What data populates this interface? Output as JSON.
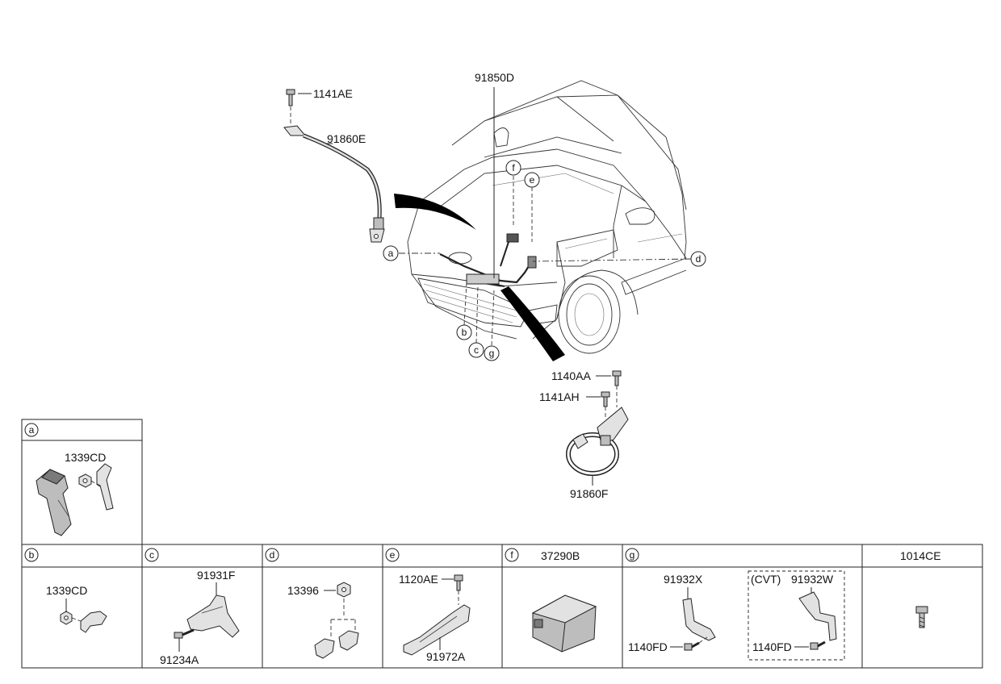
{
  "main_labels": {
    "harness_front": "91850D",
    "bolt_top": "1141AE",
    "battery_cable_pos": "91860E",
    "bolt_1140AA": "1140AA",
    "bolt_1141AH": "1141AH",
    "battery_cable_neg": "91860F"
  },
  "callouts": [
    "a",
    "b",
    "c",
    "d",
    "e",
    "f",
    "g"
  ],
  "box_a": {
    "letter": "a",
    "part": "1339CD"
  },
  "table": {
    "headers": [
      {
        "letter": "b",
        "text": ""
      },
      {
        "letter": "c",
        "text": ""
      },
      {
        "letter": "d",
        "text": ""
      },
      {
        "letter": "e",
        "text": ""
      },
      {
        "letter": "f",
        "text": "37290B"
      },
      {
        "letter": "g",
        "text": ""
      },
      {
        "letter": "",
        "text": "1014CE"
      }
    ],
    "cell_b": {
      "part": "1339CD"
    },
    "cell_c": {
      "bracket": "91931F",
      "bolt": "91234A"
    },
    "cell_d": {
      "nut": "13396"
    },
    "cell_e": {
      "bolt": "1120AE",
      "bracket": "91972A"
    },
    "cell_g": {
      "bracket": "91932X",
      "bolt1": "1140FD",
      "variant": "(CVT)",
      "bracket_cvt": "91932W",
      "bolt2": "1140FD"
    }
  }
}
